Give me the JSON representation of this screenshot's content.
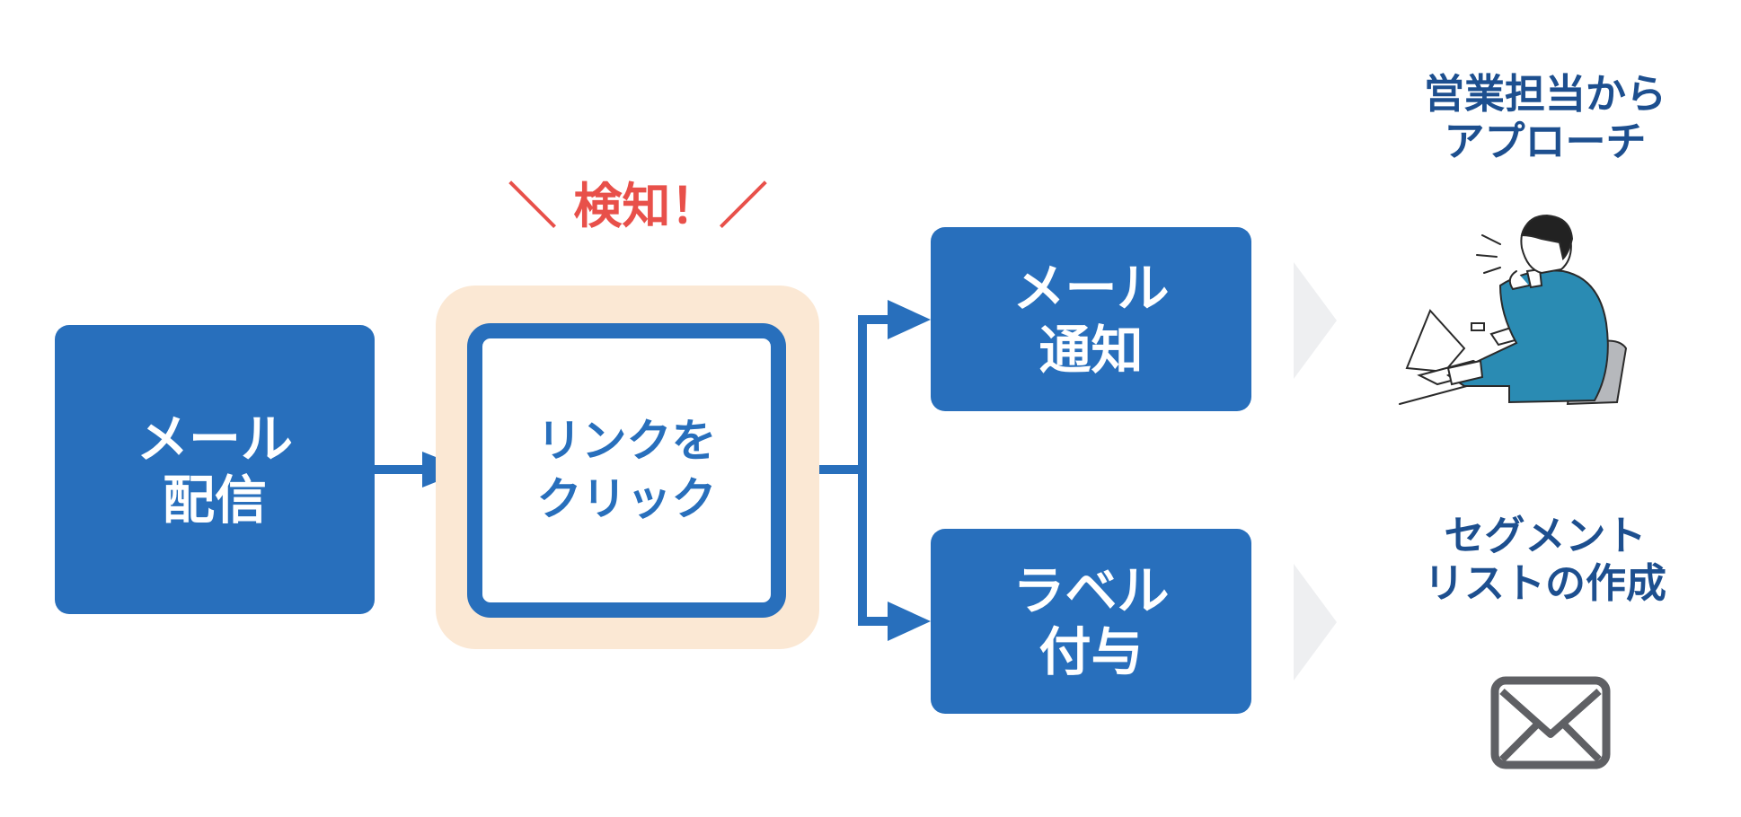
{
  "flow": {
    "delivery": [
      "メール",
      "配信"
    ],
    "click": [
      "リンクを",
      "クリック"
    ],
    "detect": "＼ 検知！／",
    "notify": [
      "メール",
      "通知"
    ],
    "label": [
      "ラベル",
      "付与"
    ]
  },
  "outcomes": {
    "sales": [
      "営業担当から",
      "アプローチ"
    ],
    "segment": [
      "セグメント",
      "リストの作成"
    ]
  },
  "colors": {
    "box_blue": "#286fbc",
    "highlight": "#fbe8d4",
    "detect_red": "#e8504a",
    "caption_navy": "#1d4f8f"
  },
  "icons": [
    "chevron-right-icon",
    "salesperson-laptop-icon",
    "envelope-icon"
  ]
}
